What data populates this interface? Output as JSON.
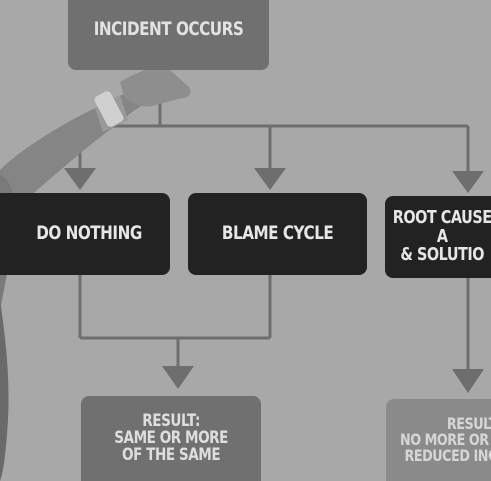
{
  "boxes": {
    "incident": "INCIDENT OCCURS",
    "do_nothing": "DO NOTHING",
    "blame_cycle": "BLAME CYCLE",
    "root_cause": "ROOT CAUSE A\n& SOLUTIO",
    "result_same": "RESULT:\nSAME OR MORE\nOF THE SAME",
    "result_reduced": "RESULT\nNO MORE OR I\nREDUCED INC"
  },
  "colors": {
    "background": "#a8a8a8",
    "connector": "#6e6e6e",
    "dark_box": "#222222",
    "mid_box": "#707070"
  }
}
